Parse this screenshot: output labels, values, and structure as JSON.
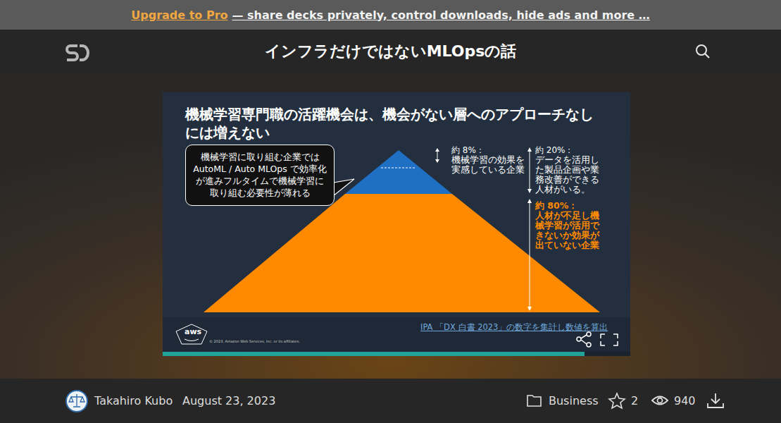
{
  "diagram": {
    "title": "機械学習専門職の活躍機会は、機会がない層へのアプローチなしには増えない",
    "nodes": [
      {
        "text": [
          "機械学習に取り組む企業では AutoML / Auto MLOps で効率化が進みフルタイムで機械学習に取り組む必要性が薄れる"
        ]
      }
    ],
    "labels": [
      "Upgrade to Pro",
      "— share decks privately, control downloads, hide ads and more …",
      "インフラだけではないMLOpsの話",
      "約 8%：",
      "機械学習の効果を実感している企業",
      "約 20%：",
      "データを活用した製品企画や業務改善ができる人材がいる。",
      "約 80%：",
      "人材が不足し機械学習が活用できないか効果が出ていない企業",
      "IPA 「DX 白書 2023」の数字を集計し数値を算出",
      "aws",
      "© 2023, Amazon Web Services, Inc. or its affiliates.",
      "Takahiro Kubo",
      "August 23, 2023",
      "Business",
      "2",
      "940"
    ]
  }
}
